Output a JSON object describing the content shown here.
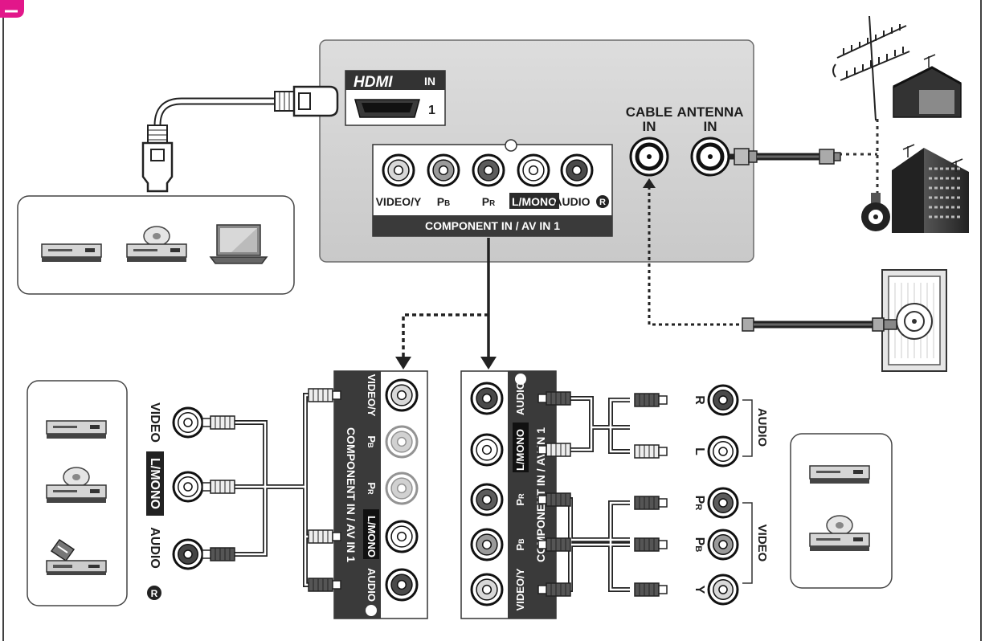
{
  "badge": {
    "color": "#e2178a"
  },
  "tv_panel": {
    "hdmi": {
      "logo": "HDMI",
      "suffix": "IN",
      "port_number": "1"
    },
    "component": {
      "label": "COMPONENT IN / AV IN 1",
      "jacks": [
        {
          "label": "VIDEO/Y",
          "color": "#d8d8d8"
        },
        {
          "label": "PB",
          "color": "#9a9a9a"
        },
        {
          "label": "PR",
          "color": "#5c5c5c"
        },
        {
          "label": "L/MONO",
          "color": "#ffffff"
        },
        {
          "label": "AUDIO",
          "color": "#4a4a4a",
          "badge": "R"
        }
      ]
    },
    "cable_in": {
      "line1": "CABLE",
      "line2": "IN"
    },
    "antenna_in": {
      "line1": "ANTENNA",
      "line2": "IN"
    }
  },
  "hdmi_devices": {
    "icons": [
      "dvd-player-icon",
      "blu-ray-player-icon",
      "laptop-icon"
    ]
  },
  "av_devices": {
    "icons": [
      "dvd-player-icon",
      "blu-ray-player-icon",
      "vcr-icon"
    ],
    "connectors": [
      {
        "label": "VIDEO"
      },
      {
        "label": "L/MONO"
      },
      {
        "label": "AUDIO",
        "badge": "R"
      }
    ]
  },
  "component_devices": {
    "icons": [
      "dvd-player-icon",
      "blu-ray-player-icon"
    ],
    "audio_group": {
      "label": "AUDIO",
      "channels": [
        "R",
        "L"
      ]
    },
    "video_group": {
      "label": "VIDEO",
      "channels": [
        "PR",
        "PB",
        "Y"
      ]
    }
  },
  "insert_av": {
    "label": "COMPONENT IN / AV IN 1",
    "jacks": [
      "VIDEO/Y",
      "PB",
      "PR",
      "L/MONO",
      "AUDIO"
    ]
  },
  "insert_component": {
    "label": "COMPONENT IN / AV IN 1",
    "jacks": [
      "AUDIO",
      "L/MONO",
      "PR",
      "PB",
      "VIDEO/Y"
    ]
  },
  "antenna_sources": {
    "icons": [
      "antenna-icon",
      "house-icon",
      "building-icon"
    ]
  },
  "wall_outlet": {
    "icon": "wall-outlet-icon"
  }
}
